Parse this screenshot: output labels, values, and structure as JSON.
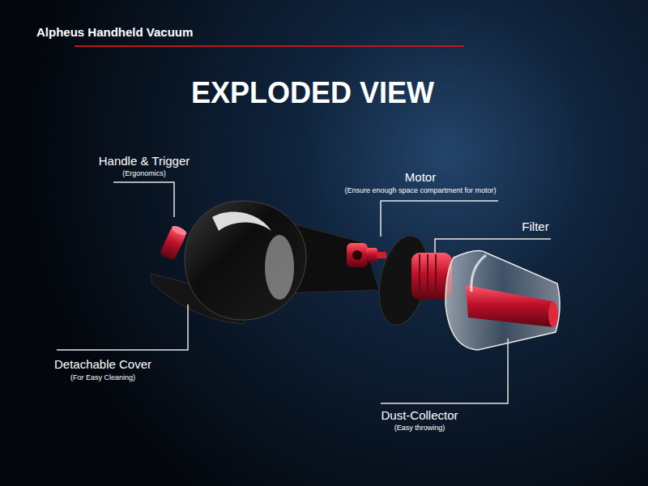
{
  "diagram": {
    "title": "EXPLODED VIEW",
    "labels": [
      "Alpheus Handheld Vacuum",
      "Handle & Trigger",
      "(Ergonomics)",
      "Motor",
      "(Ensure enough space compartment for motor)",
      "Filter",
      "Detachable Cover",
      "(For Easy Cleaning)",
      "Dust-Collector",
      "(Easy throwing)"
    ]
  }
}
